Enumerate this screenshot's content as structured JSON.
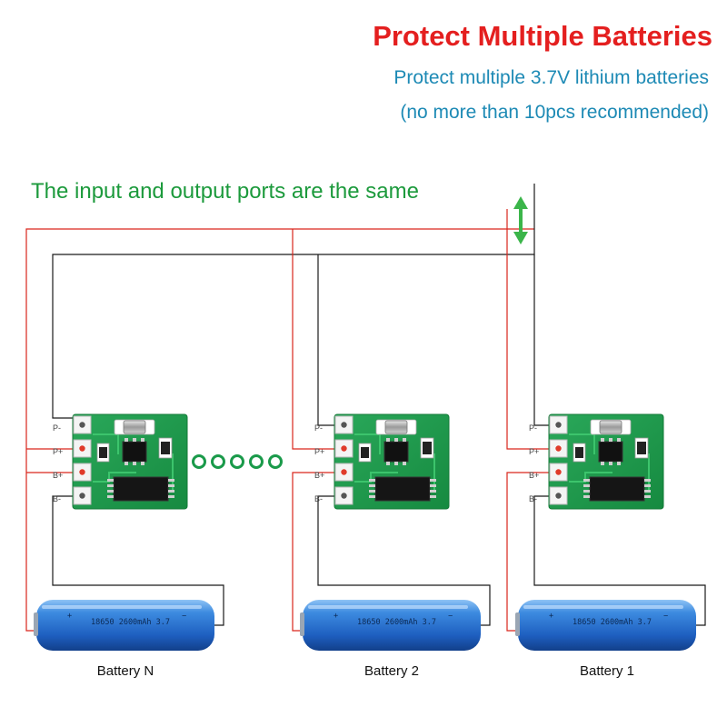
{
  "header": {
    "title": "Protect Multiple Batteries",
    "subtitle_line1": "Protect multiple 3.7V lithium batteries",
    "subtitle_line2": "(no more than 10pcs recommended)"
  },
  "note": "The input and output ports are the same",
  "pins": [
    "P-",
    "P+",
    "B+",
    "B-"
  ],
  "modules": [
    {
      "id": "n",
      "battery_label": "Battery N",
      "cell_print": "18650 2600mAh 3.7"
    },
    {
      "id": "2",
      "battery_label": "Battery 2",
      "cell_print": "18650 2600mAh 3.7"
    },
    {
      "id": "1",
      "battery_label": "Battery 1",
      "cell_print": "18650 2600mAh 3.7"
    }
  ],
  "colors": {
    "title": "#e41f1f",
    "subtitle": "#1d8ab5",
    "note": "#1c9a3c",
    "positive_wire": "#d9261c",
    "negative_wire": "#1a1a1a",
    "pcb": "#1f9a4d",
    "battery": "#1e63c4",
    "ellipsis_dots": "#1a9a4a",
    "arrow": "#3bb54a"
  },
  "icons": {
    "io_arrow": "double-arrow-vertical-icon",
    "continuation": "ellipsis-dots-icon"
  }
}
